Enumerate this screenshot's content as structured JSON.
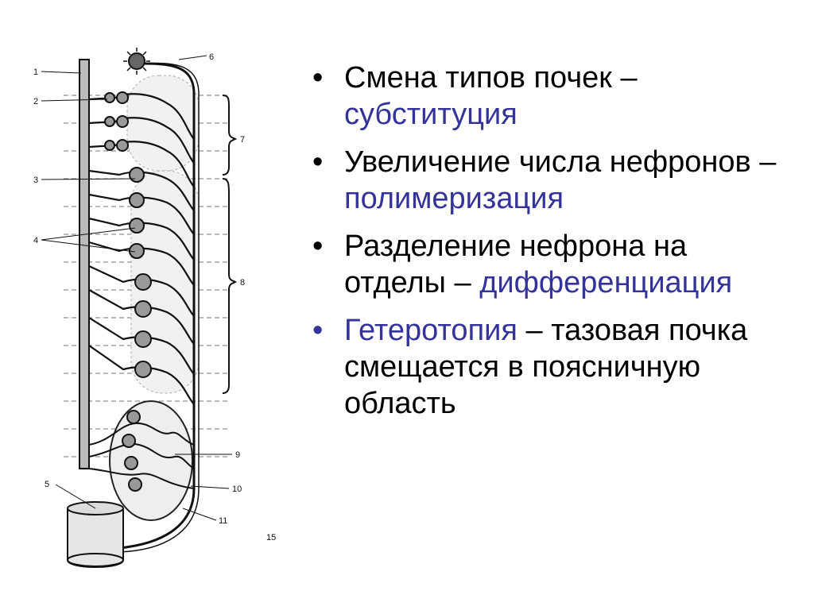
{
  "slide": {
    "accent_color": "#333399",
    "bullets": [
      {
        "lead": "Смена типов почек –",
        "term": "субституция",
        "tail": "",
        "lead_colored": false
      },
      {
        "lead": "Увеличение числа нефронов –",
        "term": "полимеризация",
        "tail": "",
        "lead_colored": false
      },
      {
        "lead": "Разделение нефрона на отделы –",
        "term": "дифференциация",
        "tail": "",
        "lead_colored": false
      },
      {
        "lead": "",
        "term": "Гетеротопия",
        "tail": "– тазовая почка смещается в поясничную область",
        "lead_colored": true
      }
    ],
    "figure": {
      "labels": [
        "1",
        "2",
        "3",
        "4",
        "5",
        "6",
        "7",
        "8",
        "9",
        "10",
        "11",
        "15"
      ]
    }
  }
}
